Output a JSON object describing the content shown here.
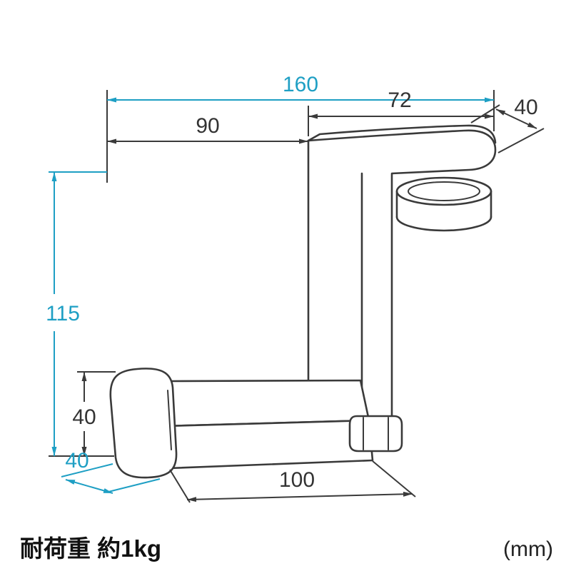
{
  "diagram": {
    "title_hint": "clamp-on headphone hanger dimensional drawing",
    "dimensions": {
      "total_width": "160",
      "arm_length": "72",
      "arm_depth": "40",
      "hook_offset": "90",
      "height": "115",
      "wall_height": "40",
      "base_depth": "40",
      "base_length": "100"
    },
    "footer": {
      "load_capacity": "耐荷重 約1kg",
      "unit": "(mm)"
    },
    "colors": {
      "accent": "#1e9fc4",
      "line": "#3a3a3a"
    }
  }
}
